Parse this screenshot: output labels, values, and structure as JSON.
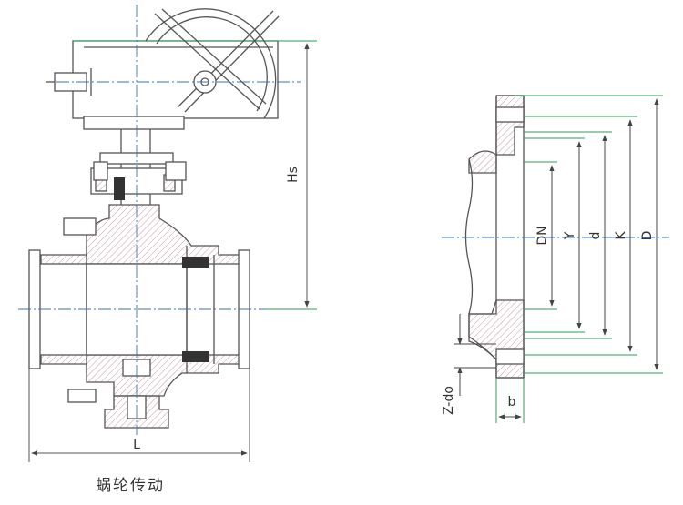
{
  "caption": "蜗轮传动",
  "dimension_labels": {
    "hs": "Hs",
    "l": "L",
    "dn": "DN",
    "y": "Y",
    "d": "d",
    "k": "K",
    "big_d": "D",
    "b": "b",
    "z_do": "Z-do"
  },
  "colors": {
    "outline": "#555555",
    "hatch": "#c79aa9",
    "centerline": "#3d6fb8",
    "dim_line": "#2e9d5a",
    "fill_dark": "#333333"
  }
}
